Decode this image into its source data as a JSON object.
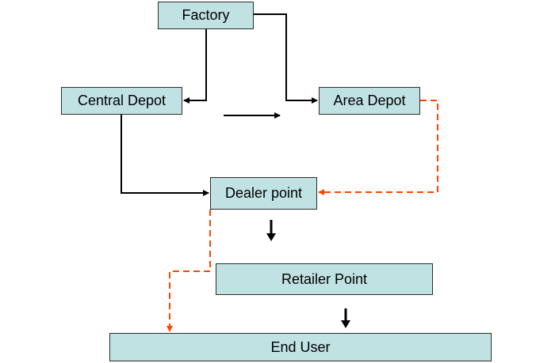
{
  "diagram": {
    "nodes": {
      "factory": "Factory",
      "central_depot": "Central Depot",
      "area_depot": "Area Depot",
      "dealer_point": "Dealer point",
      "retailer_point": "Retailer Point",
      "end_user": "End User"
    },
    "edges": [
      {
        "from": "Factory",
        "to": "Central Depot",
        "style": "solid"
      },
      {
        "from": "Factory",
        "to": "Area Depot",
        "style": "solid"
      },
      {
        "from": "Central Depot",
        "to": "Dealer point",
        "style": "solid"
      },
      {
        "from": "Area Depot",
        "to": "Dealer point",
        "style": "dashed"
      },
      {
        "from": "Dealer point",
        "to": "End User",
        "style": "dashed"
      }
    ],
    "colors": {
      "node_fill": "#c1e2e3",
      "solid_line": "#000000",
      "dashed_line": "#ff4500"
    }
  }
}
